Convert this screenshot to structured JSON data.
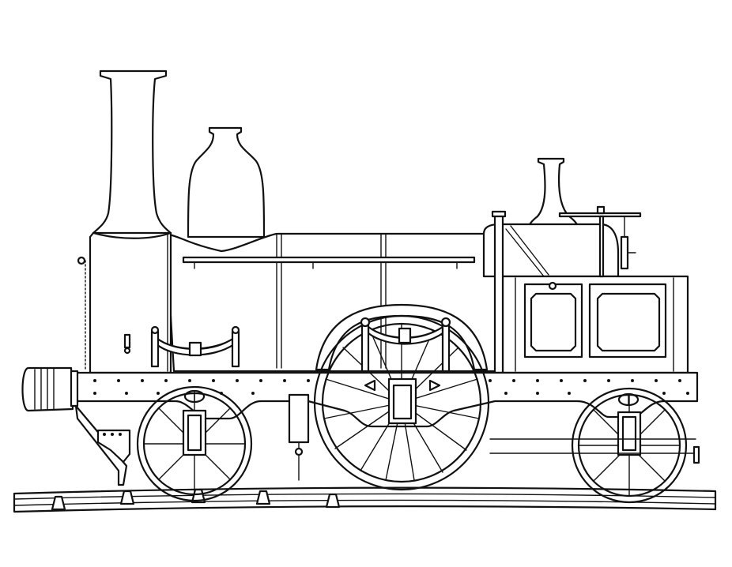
{
  "image": {
    "alt": "Black and white line drawing of an early steam locomotive in side view",
    "style": "line art",
    "colors": {
      "ink": "#111111",
      "background": "#ffffff"
    }
  },
  "components": [
    {
      "name": "chimney",
      "label": "Tall smokestack"
    },
    {
      "name": "steam-dome",
      "label": "Bottle-shaped steam dome"
    },
    {
      "name": "safety-valve",
      "label": "Safety valve cover over firebox"
    },
    {
      "name": "boiler",
      "label": "Boiler barrel"
    },
    {
      "name": "smokebox",
      "label": "Smokebox"
    },
    {
      "name": "cab-side",
      "label": "Paneled cab side sheet"
    },
    {
      "name": "frame",
      "label": "Riveted outside frame"
    },
    {
      "name": "buffer",
      "label": "Front buffer"
    },
    {
      "name": "front-wheel",
      "label": "Leading wheel"
    },
    {
      "name": "driving-wheel",
      "label": "Large driving wheel with splasher"
    },
    {
      "name": "rear-wheel",
      "label": "Trailing wheel"
    },
    {
      "name": "leaf-springs",
      "label": "Leaf springs"
    },
    {
      "name": "rail",
      "label": "Rail track with chairs"
    }
  ]
}
